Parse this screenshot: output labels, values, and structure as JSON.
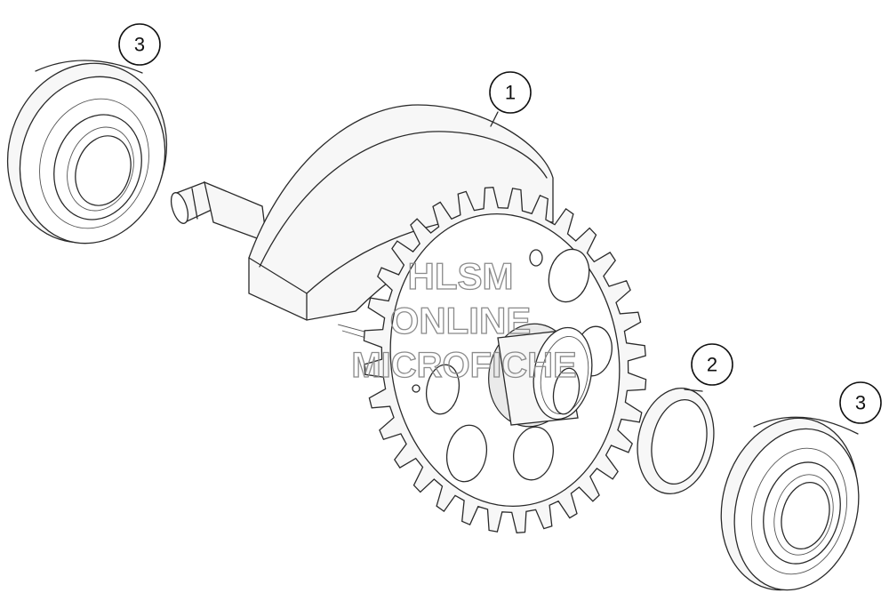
{
  "callouts": {
    "crankshaft": "1",
    "shim": "2",
    "bearing_left": "3",
    "bearing_right": "3"
  },
  "watermark": {
    "line1": "HLSM",
    "line2": "ONLINE",
    "line3": "MICROFICHE"
  }
}
